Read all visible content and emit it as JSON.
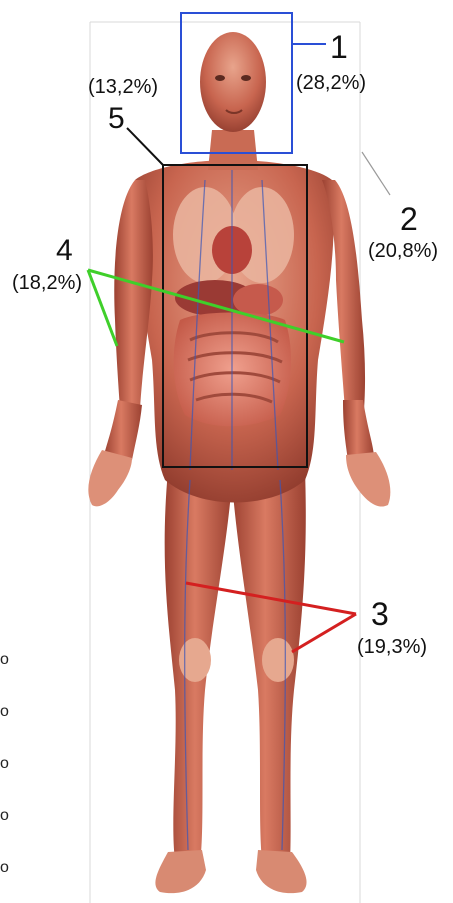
{
  "labels": [
    {
      "num": "1",
      "pct": "(28,2%)",
      "color": "#2a4fd6"
    },
    {
      "num": "2",
      "pct": "(20,8%)",
      "color": "#9a9a9a"
    },
    {
      "num": "3",
      "pct": "(19,3%)",
      "color": "#d42020"
    },
    {
      "num": "4",
      "pct": "(18,2%)",
      "color": "#3fcf2a"
    },
    {
      "num": "5",
      "pct": "(13,2%)",
      "color": "#111111"
    }
  ],
  "side_marks": [
    "o",
    "o",
    "o",
    "o",
    "o"
  ],
  "figure": {
    "subject": "human-anatomy-muscular-figure"
  }
}
